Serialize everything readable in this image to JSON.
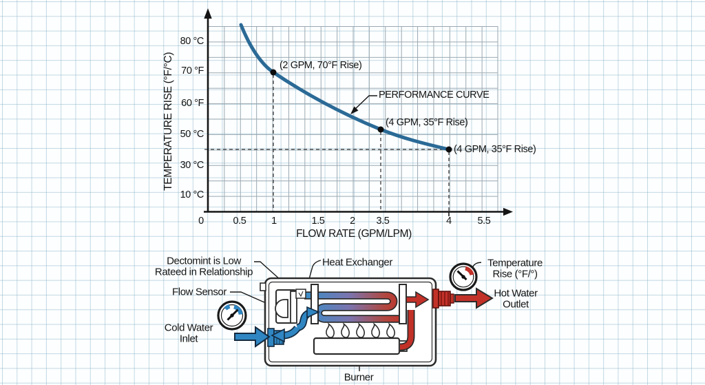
{
  "chart_data": {
    "type": "line",
    "title": "",
    "xlabel": "FLOW RATE (GPM/LPM)",
    "ylabel": "TEMPERATURE RISE (°F/°C)",
    "x_tick_labels": [
      "0",
      "0.5",
      "1",
      "1.5",
      "2",
      "3.5",
      "4",
      "5.5"
    ],
    "y_tick_labels": [
      "80 °C",
      "70 °F",
      "60 °F",
      "50 °C",
      "30 °C",
      "10 °C"
    ],
    "grid": true,
    "legend_position": "none",
    "series": [
      {
        "name": "PERFORMANCE CURVE",
        "x": [
          0.5,
          1,
          1.5,
          2,
          3.5,
          4
        ],
        "y": [
          85,
          70,
          62,
          57,
          52,
          40
        ]
      }
    ],
    "annotations": [
      "(2 GPM, 70°F Rise)",
      "(4 GPM, 35°F Rise)",
      "(4 GPM, 35°F Rise)"
    ],
    "marked_points": [
      {
        "x_tick": "1",
        "y_level": "70 °F",
        "label": "(2 GPM, 70°F Rise)"
      },
      {
        "x_tick": "3.5",
        "y_level": "52",
        "label": "(4 GPM, 35°F Rise)"
      },
      {
        "x_tick": "4",
        "y_level": "40",
        "label": "(4 GPM, 35°F Rise)"
      }
    ]
  },
  "diagram": {
    "labels": {
      "note": [
        "Dectomint is Low",
        "Rateed in Relationship"
      ],
      "heat_exchanger": "Heat Exchanger",
      "flow_sensor": "Flow Sensor",
      "cold_water": [
        "Cold Water",
        "Inlet"
      ],
      "temperature_rise": [
        "Temperature",
        "Rise (°F/°)"
      ],
      "hot_water": [
        "Hot Water",
        "Outlet"
      ],
      "burner": "Burner"
    },
    "colors": {
      "cold_water": "#2f86c2",
      "hot_water": "#c23128",
      "curve": "#2b6a96"
    }
  }
}
